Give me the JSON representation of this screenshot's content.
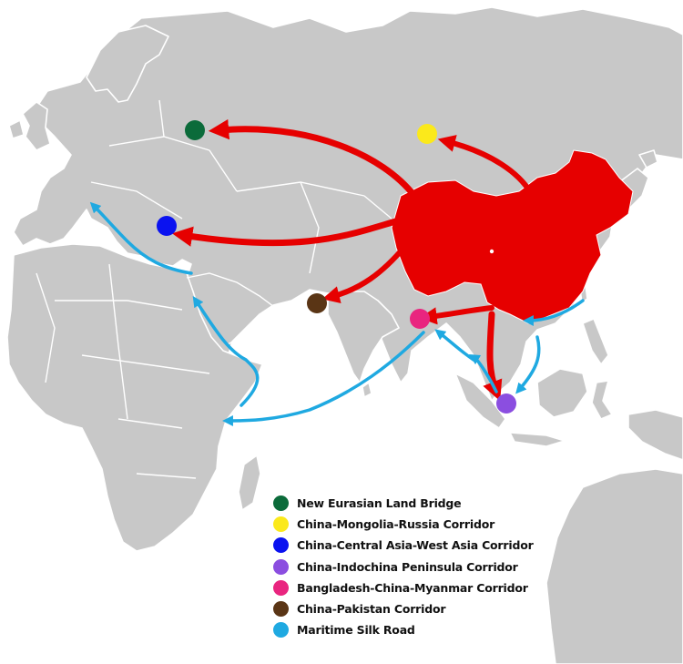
{
  "map": {
    "corridors": [
      {
        "id": "new-eurasian-land-bridge",
        "label": "New Eurasian Land Bridge",
        "color": "#0b6b3a"
      },
      {
        "id": "china-mongolia-russia",
        "label": "China-Mongolia-Russia Corridor",
        "color": "#fbe91b"
      },
      {
        "id": "china-central-asia-west-asia",
        "label": "China-Central Asia-West Asia Corridor",
        "color": "#0a12f0"
      },
      {
        "id": "china-indochina-peninsula",
        "label": "China-Indochina Peninsula Corridor",
        "color": "#8b4ee0"
      },
      {
        "id": "bangladesh-china-myanmar",
        "label": "Bangladesh-China-Myanmar Corridor",
        "color": "#e9257f"
      },
      {
        "id": "china-pakistan",
        "label": "China-Pakistan Corridor",
        "color": "#5a3515"
      },
      {
        "id": "maritime-silk-road",
        "label": "Maritime Silk Road",
        "color": "#1fa9e1"
      }
    ],
    "colors": {
      "land": "#c8c8c8",
      "sea": "#ffffff",
      "china": "#e60000",
      "land_route": "#e60000",
      "sea_route": "#1fa9e1"
    }
  }
}
